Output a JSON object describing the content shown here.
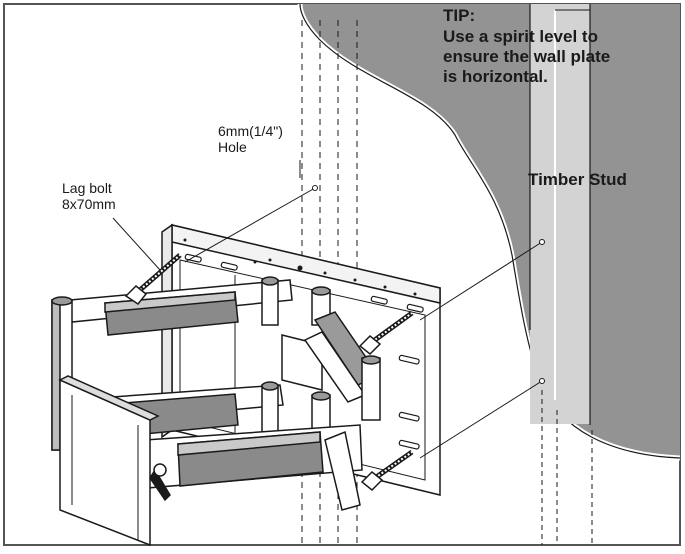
{
  "labels": {
    "tip_heading": "TIP:",
    "tip_line1": "Use a spirit level to",
    "tip_line2": "ensure the wall plate",
    "tip_line3": "is horizontal.",
    "hole_line1": "6mm(1/4\")",
    "hole_line2": "Hole",
    "bolt_line1": "Lag bolt",
    "bolt_line2": "8x70mm",
    "stud": "Timber Stud"
  },
  "colors": {
    "wall_shade": "#939393",
    "stud_fill": "#d3d3d3",
    "line": "#1a1a1a",
    "part_fill": "#ffffff",
    "bar_shade": "#8a8a8a"
  }
}
